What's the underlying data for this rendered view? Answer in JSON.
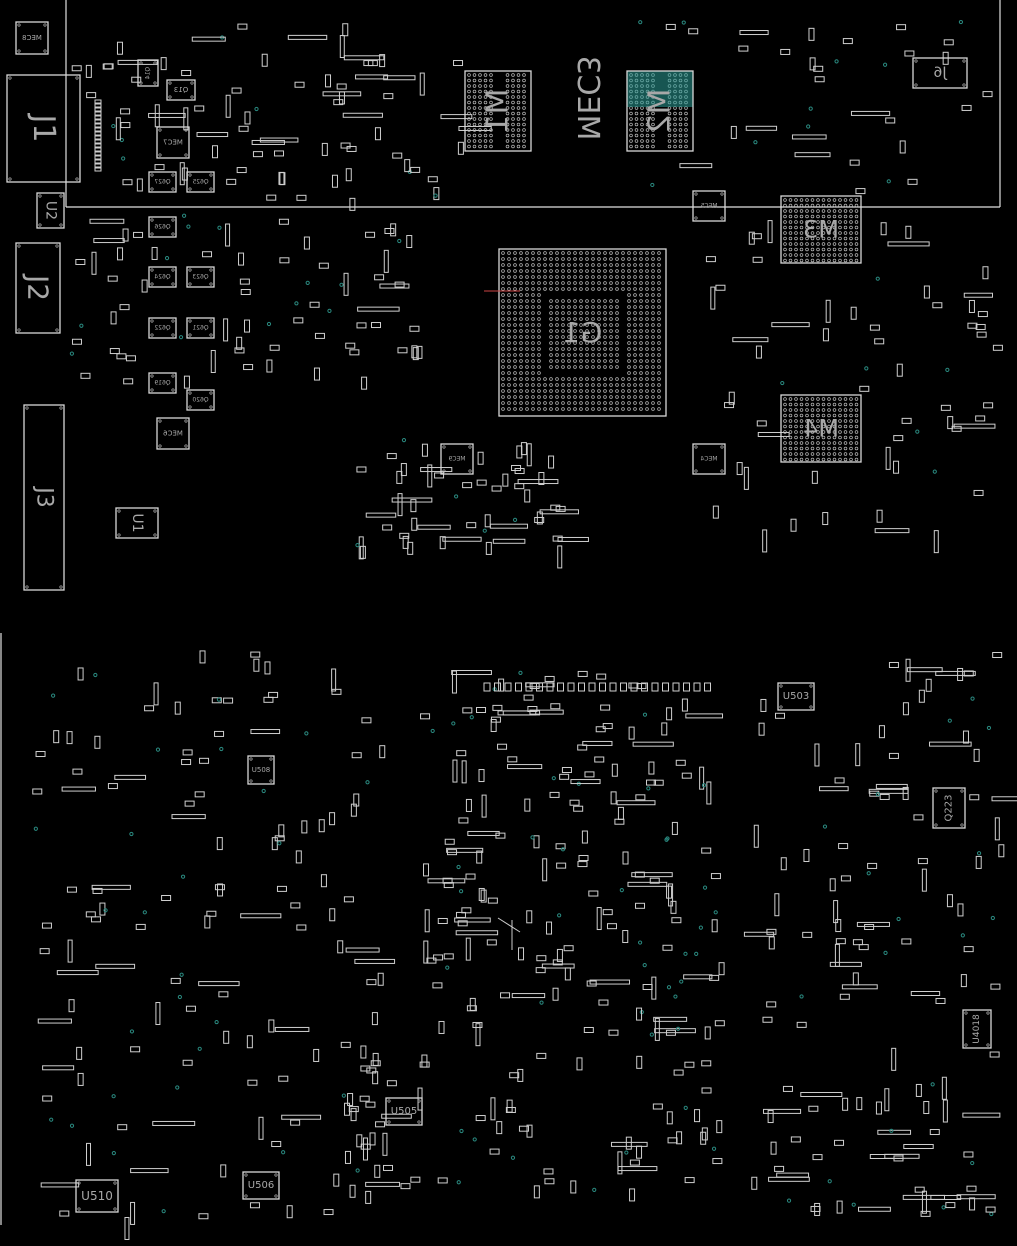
{
  "view": {
    "title": "Boardview",
    "background": "#000000",
    "outline_color": "#e0e0e0",
    "highlight_color": "#2a9d96"
  },
  "components": [
    {
      "ref": "MEC8",
      "kind": "ic"
    },
    {
      "ref": "J1",
      "kind": "connector"
    },
    {
      "ref": "U2",
      "kind": "ic"
    },
    {
      "ref": "J2",
      "kind": "connector"
    },
    {
      "ref": "J3",
      "kind": "connector"
    },
    {
      "ref": "U1",
      "kind": "ic"
    },
    {
      "ref": "Q14",
      "kind": "ic"
    },
    {
      "ref": "Q13",
      "kind": "ic"
    },
    {
      "ref": "MEC7",
      "kind": "ic"
    },
    {
      "ref": "Q627",
      "kind": "ic"
    },
    {
      "ref": "Q625",
      "kind": "ic"
    },
    {
      "ref": "Q626",
      "kind": "ic"
    },
    {
      "ref": "Q624",
      "kind": "ic"
    },
    {
      "ref": "Q623",
      "kind": "ic"
    },
    {
      "ref": "Q622",
      "kind": "ic"
    },
    {
      "ref": "Q621",
      "kind": "ic"
    },
    {
      "ref": "Q619",
      "kind": "ic"
    },
    {
      "ref": "Q620",
      "kind": "ic"
    },
    {
      "ref": "MEC6",
      "kind": "ic"
    },
    {
      "ref": "M1",
      "kind": "bga"
    },
    {
      "ref": "M2",
      "kind": "bga"
    },
    {
      "ref": "J6",
      "kind": "connector"
    },
    {
      "ref": "M3",
      "kind": "bga"
    },
    {
      "ref": "G1",
      "kind": "bga"
    },
    {
      "ref": "M4",
      "kind": "bga"
    },
    {
      "ref": "MEC5",
      "kind": "ic"
    },
    {
      "ref": "MEC4",
      "kind": "ic"
    },
    {
      "ref": "MEC9",
      "kind": "ic"
    },
    {
      "ref": "U503",
      "kind": "ic"
    },
    {
      "ref": "Q223",
      "kind": "ic"
    },
    {
      "ref": "U4018",
      "kind": "ic"
    },
    {
      "ref": "U505",
      "kind": "ic"
    },
    {
      "ref": "U506",
      "kind": "ic"
    },
    {
      "ref": "U510",
      "kind": "ic"
    },
    {
      "ref": "U508",
      "kind": "ic"
    }
  ],
  "overlay_labels": {
    "mec3": "MEC3"
  }
}
